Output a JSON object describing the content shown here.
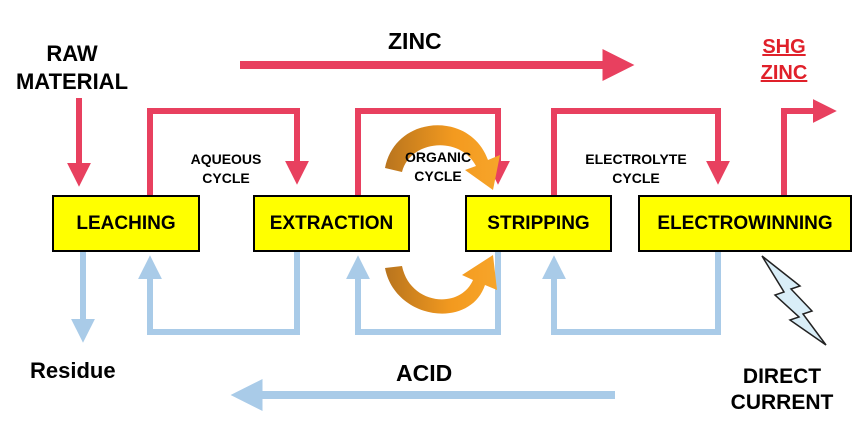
{
  "labels": {
    "raw_material": [
      "RAW",
      "MATERIAL"
    ],
    "zinc": "ZINC",
    "shg_zinc": [
      "SHG",
      "ZINC"
    ],
    "aqueous_cycle": [
      "AQUEOUS",
      "CYCLE"
    ],
    "organic_cycle": [
      "ORGANIC",
      "CYCLE"
    ],
    "electrolyte_cycle": [
      "ELECTROLYTE",
      "CYCLE"
    ],
    "residue": "Residue",
    "acid": "ACID",
    "direct_current": [
      "DIRECT",
      "CURRENT"
    ]
  },
  "process_steps": [
    {
      "label": "LEACHING"
    },
    {
      "label": "EXTRACTION"
    },
    {
      "label": "STRIPPING"
    },
    {
      "label": "ELECTROWINNING"
    }
  ],
  "colors": {
    "zinc_flow": "#e8405f",
    "acid_flow": "#a9cbe8",
    "organic_flow": "#e08a1e",
    "box_fill": "#ffff00",
    "product_text": "#e0202a"
  }
}
